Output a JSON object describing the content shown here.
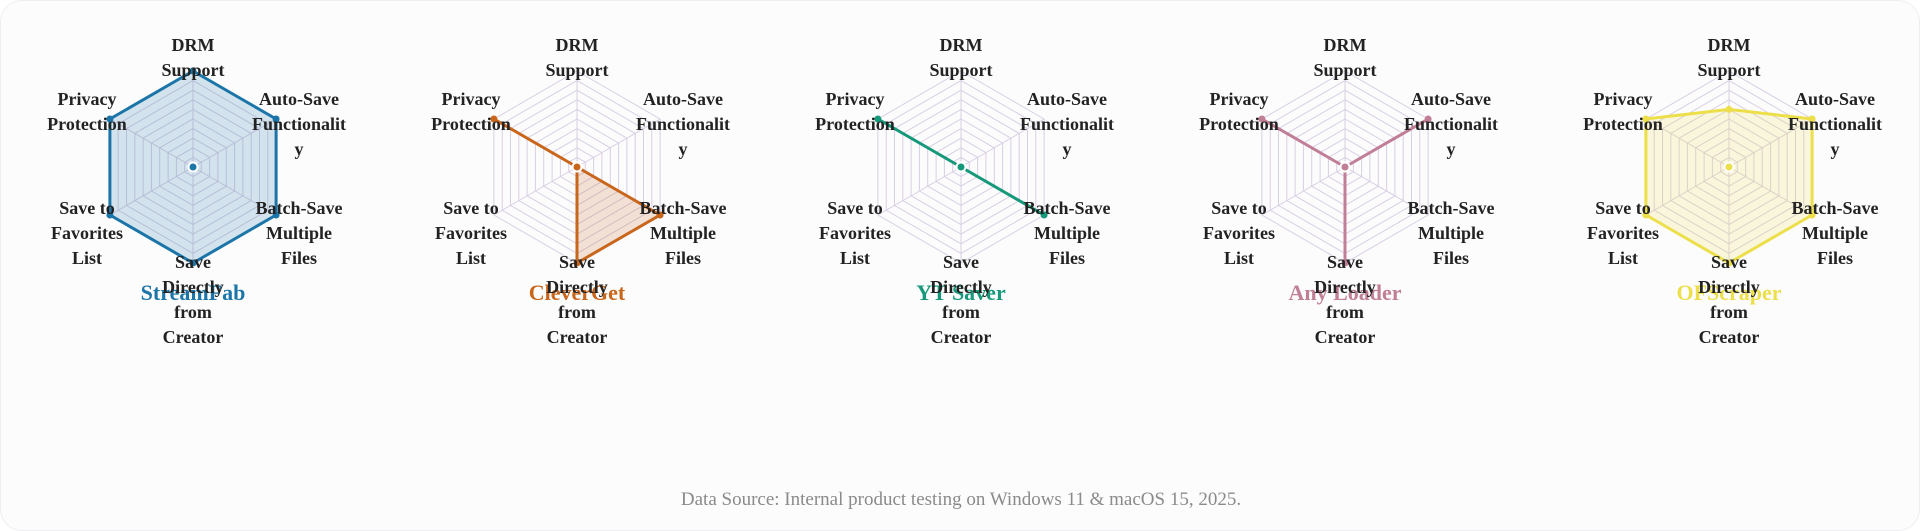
{
  "footer": {
    "source": "Data Source: Internal product testing on Windows 11 & macOS 15, 2025."
  },
  "chart_data": [
    {
      "type": "radar",
      "title": "StreamFab",
      "color": "#1b75a8",
      "axes": [
        "DRM Support",
        "Auto-Save Functionality",
        "Batch-Save Multiple Files",
        "Save Directly from Creator",
        "Save to Favorites List",
        "Privacy Protection"
      ],
      "values": [
        1,
        1,
        1,
        1,
        1,
        1
      ],
      "range": [
        0,
        1
      ]
    },
    {
      "type": "radar",
      "title": "CleverGet",
      "color": "#c8661c",
      "axes": [
        "DRM Support",
        "Auto-Save Functionality",
        "Batch-Save Multiple Files",
        "Save Directly from Creator",
        "Save to Favorites List",
        "Privacy Protection"
      ],
      "values": [
        0,
        0,
        1,
        1,
        0,
        1
      ],
      "range": [
        0,
        1
      ]
    },
    {
      "type": "radar",
      "title": "YT Saver",
      "color": "#16997a",
      "axes": [
        "DRM Support",
        "Auto-Save Functionality",
        "Batch-Save Multiple Files",
        "Save Directly from Creator",
        "Save to Favorites List",
        "Privacy Protection"
      ],
      "values": [
        0,
        0,
        1,
        0,
        0,
        1
      ],
      "range": [
        0,
        1
      ]
    },
    {
      "type": "radar",
      "title": "Any Loader",
      "color": "#c07f96",
      "axes": [
        "DRM Support",
        "Auto-Save Functionality",
        "Batch-Save Multiple Files",
        "Save Directly from Creator",
        "Save to Favorites List",
        "Privacy Protection"
      ],
      "values": [
        0,
        1,
        0,
        1,
        0,
        1
      ],
      "range": [
        0,
        1
      ]
    },
    {
      "type": "radar",
      "title": "OFScraper",
      "color": "#ecdf4a",
      "axes": [
        "DRM Support",
        "Auto-Save Functionality",
        "Batch-Save Multiple Files",
        "Save Directly from Creator",
        "Save to Favorites List",
        "Privacy Protection"
      ],
      "values": [
        0.6,
        1,
        1,
        1,
        1,
        1
      ],
      "range": [
        0,
        1
      ]
    }
  ]
}
